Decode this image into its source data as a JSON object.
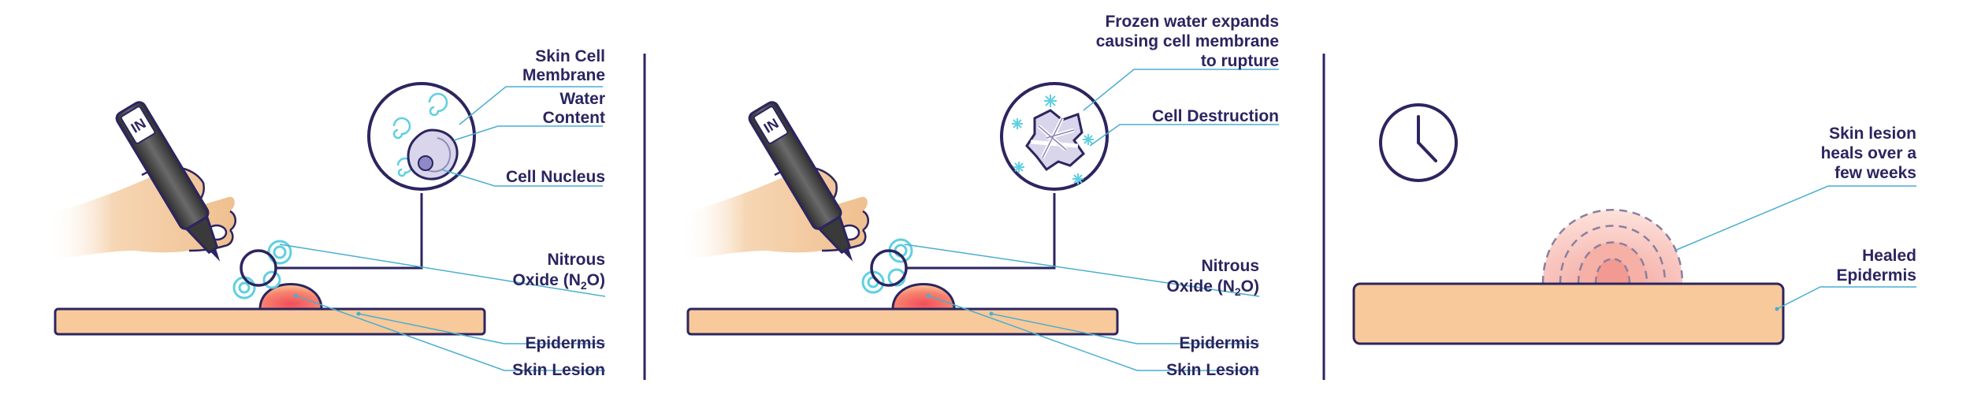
{
  "panel1": {
    "labels": {
      "skin_cell_membrane": [
        "Skin Cell",
        "Membrane"
      ],
      "water_content": [
        "Water",
        "Content"
      ],
      "cell_nucleus": "Cell Nucleus",
      "nitrous_oxide": [
        "Nitrous",
        "Oxide (N",
        "2",
        "O)"
      ],
      "epidermis": "Epidermis",
      "skin_lesion": "Skin Lesion"
    },
    "pen_logo": "IN"
  },
  "panel2": {
    "labels": {
      "frozen_water": [
        "Frozen water expands",
        "causing cell membrane",
        "to rupture"
      ],
      "cell_destruction": "Cell Destruction",
      "nitrous_oxide": [
        "Nitrous",
        "Oxide (N",
        "2",
        "O)"
      ],
      "epidermis": "Epidermis",
      "skin_lesion": "Skin Lesion"
    },
    "pen_logo": "IN"
  },
  "panel3": {
    "labels": {
      "heals": [
        "Skin lesion",
        "heals over a",
        "few weeks"
      ],
      "healed_epidermis": [
        "Healed",
        "Epidermis"
      ]
    }
  },
  "colors": {
    "navy": "#2b2560",
    "skin": "#f8c99a",
    "lesion": "#f26a6a",
    "gas": "#5fd0e0",
    "leader": "#4aaed0",
    "hand": "#f3c49a",
    "pen": "#4b4b4b"
  }
}
